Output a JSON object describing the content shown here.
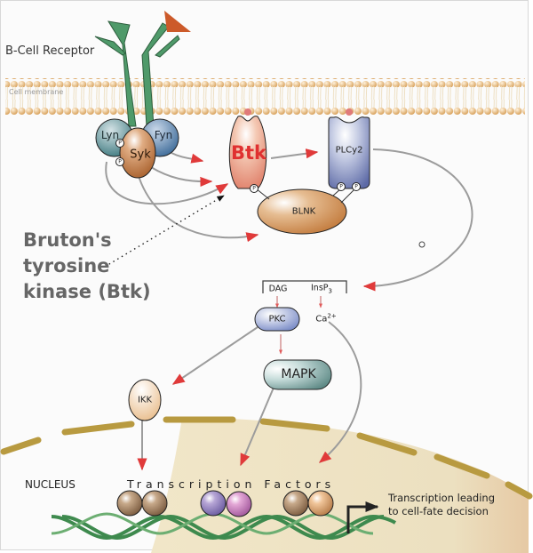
{
  "diagram": {
    "title": "B-Cell Receptor signaling via Bruton's tyrosine kinase",
    "labels": {
      "receptor": "B-Cell Receptor",
      "membrane": "Cell membrane",
      "btk_callout": [
        "Bruton's",
        "tyrosine",
        "kinase (Btk)"
      ],
      "nucleus": "NUCLEUS",
      "transcription_factors": "Transcription Factors",
      "transcription_leading": [
        "Transcription leading",
        "to cell-fate decision"
      ]
    },
    "molecules": {
      "lyn": "Lyn",
      "fyn": "Fyn",
      "syk": "Syk",
      "btk": "Btk",
      "blnk": "BLNK",
      "plcy2": "PLCy2",
      "dag": "DAG",
      "insp3": "InsP",
      "insp3_sub": "3",
      "ca": "Ca",
      "ca_sup": "2+",
      "pkc": "PKC",
      "mapk": "MAPK",
      "ikk": "IKK",
      "phospho": "P"
    },
    "colors": {
      "receptor": "#4f9a6a",
      "antigen": "#cc5a2a",
      "membrane": "#e2b87a",
      "btk_text": "#e03030",
      "arrow_head": "#e03a3a",
      "nucleus_envelope": "#b89a40",
      "nucleus_fill": "#efe3c4",
      "dna": "#3e8a4e"
    }
  }
}
